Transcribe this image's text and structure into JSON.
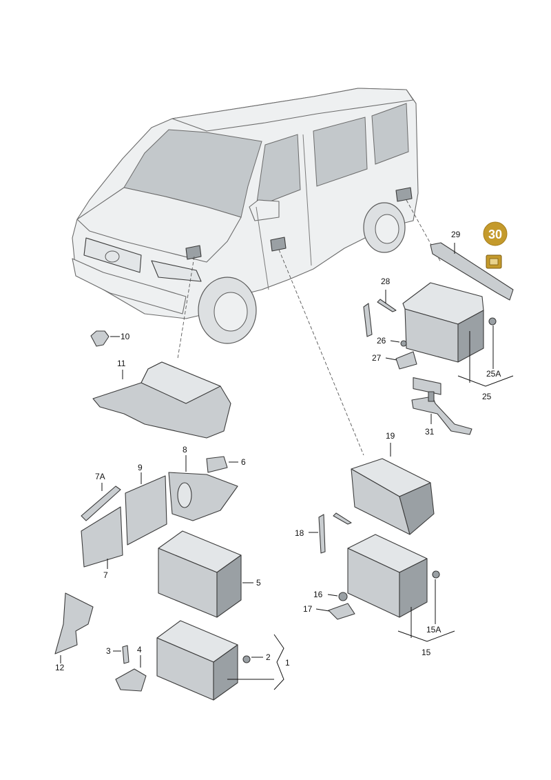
{
  "callouts": {
    "c1": "1",
    "c2": "2",
    "c3": "3",
    "c4": "4",
    "c5": "5",
    "c6": "6",
    "c7": "7",
    "c7a": "7A",
    "c8": "8",
    "c9": "9",
    "c10": "10",
    "c11": "11",
    "c12": "12",
    "c15": "15",
    "c15a": "15A",
    "c16": "16",
    "c17": "17",
    "c18": "18",
    "c19": "19",
    "c25": "25",
    "c25a": "25A",
    "c26": "26",
    "c27": "27",
    "c28": "28",
    "c29": "29",
    "c31": "31"
  },
  "highlight": {
    "label": "30",
    "color": "#c49a2c"
  }
}
